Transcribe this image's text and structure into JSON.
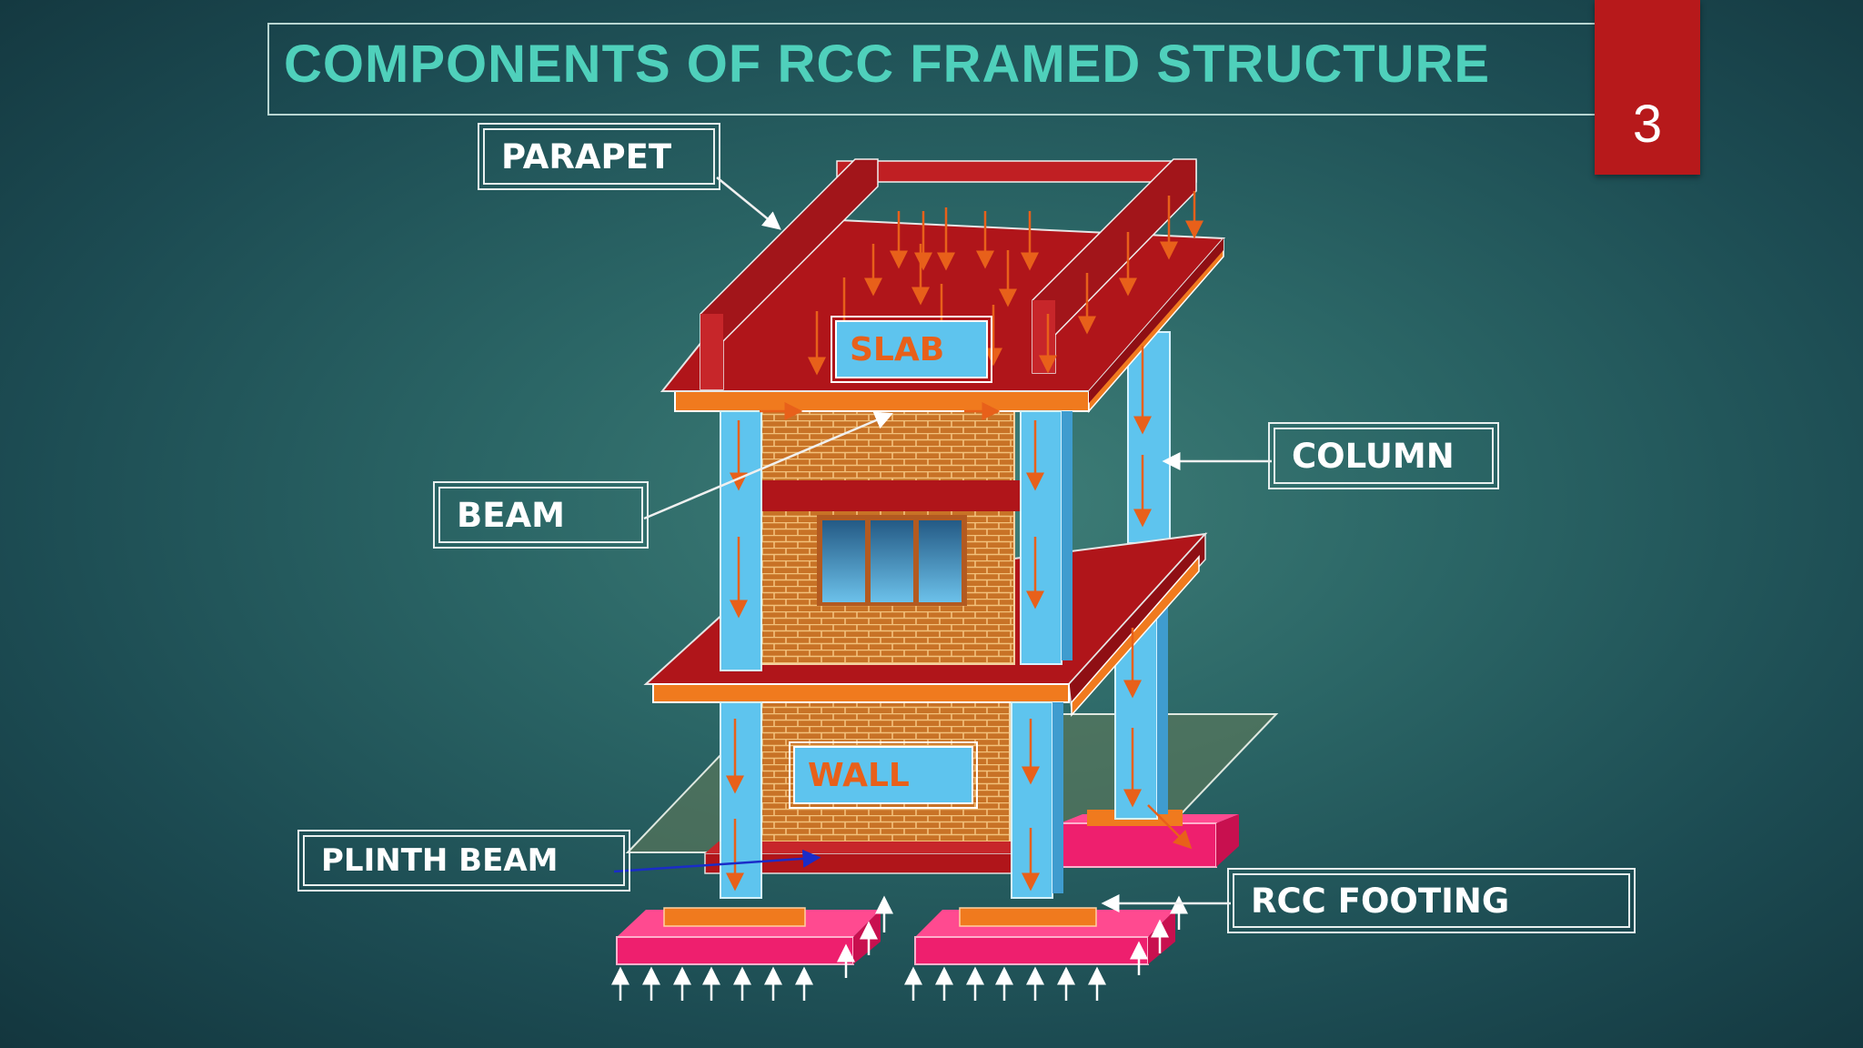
{
  "slide": {
    "title": "COMPONENTS OF RCC FRAMED STRUCTURE",
    "page_number": "3"
  },
  "labels": {
    "parapet": "PARAPET",
    "beam": "BEAM",
    "column": "COLUMN",
    "plinth_beam": "PLINTH BEAM",
    "rcc_footing": "RCC FOOTING",
    "slab": "SLAB",
    "wall": "WALL"
  },
  "colors": {
    "slab_red": "#b0151a",
    "beam_orange": "#f07a1e",
    "column_blue": "#5ec4ee",
    "brick": "#d07a2a",
    "footing_pink": "#ee1f6e",
    "load_arrow": "#e8601a",
    "title_teal": "#4fd0bb",
    "page_tab_red": "#b7191b"
  }
}
